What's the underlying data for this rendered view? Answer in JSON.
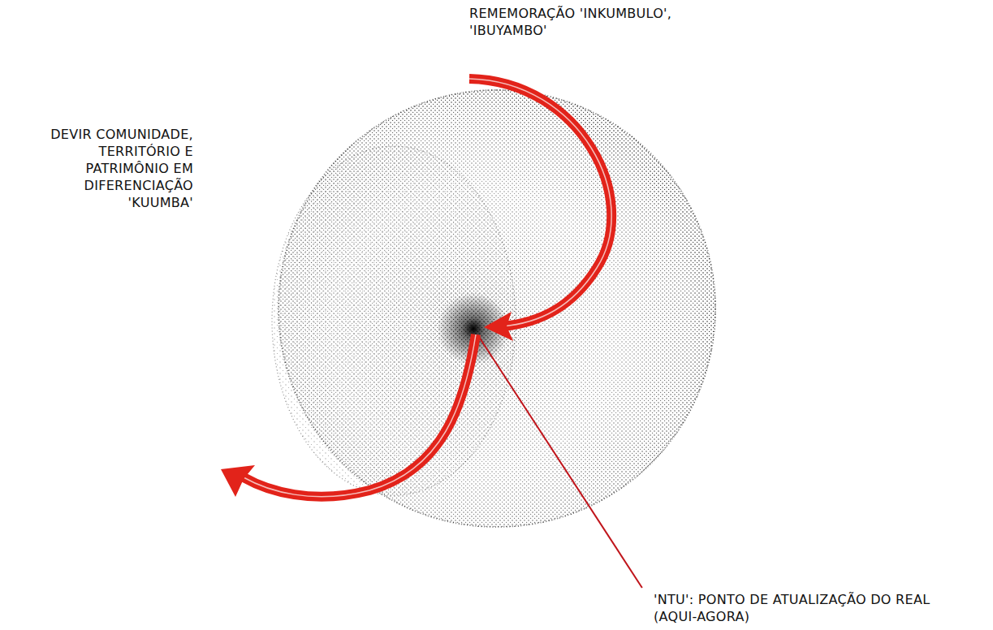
{
  "diagram": {
    "labels": [
      "REMEMORAÇÃO 'INKUMBULO', 'IBUYAMBO'",
      "DEVIR COMUNIDADE, TERRITÓRIO E PATRIMÔNIO EM DIFERENCIAÇÃO 'KUUMBA'",
      "'NTU': PONTO DE ATUALIZAÇÃO DO REAL (AQUI-AGORA)"
    ]
  }
}
